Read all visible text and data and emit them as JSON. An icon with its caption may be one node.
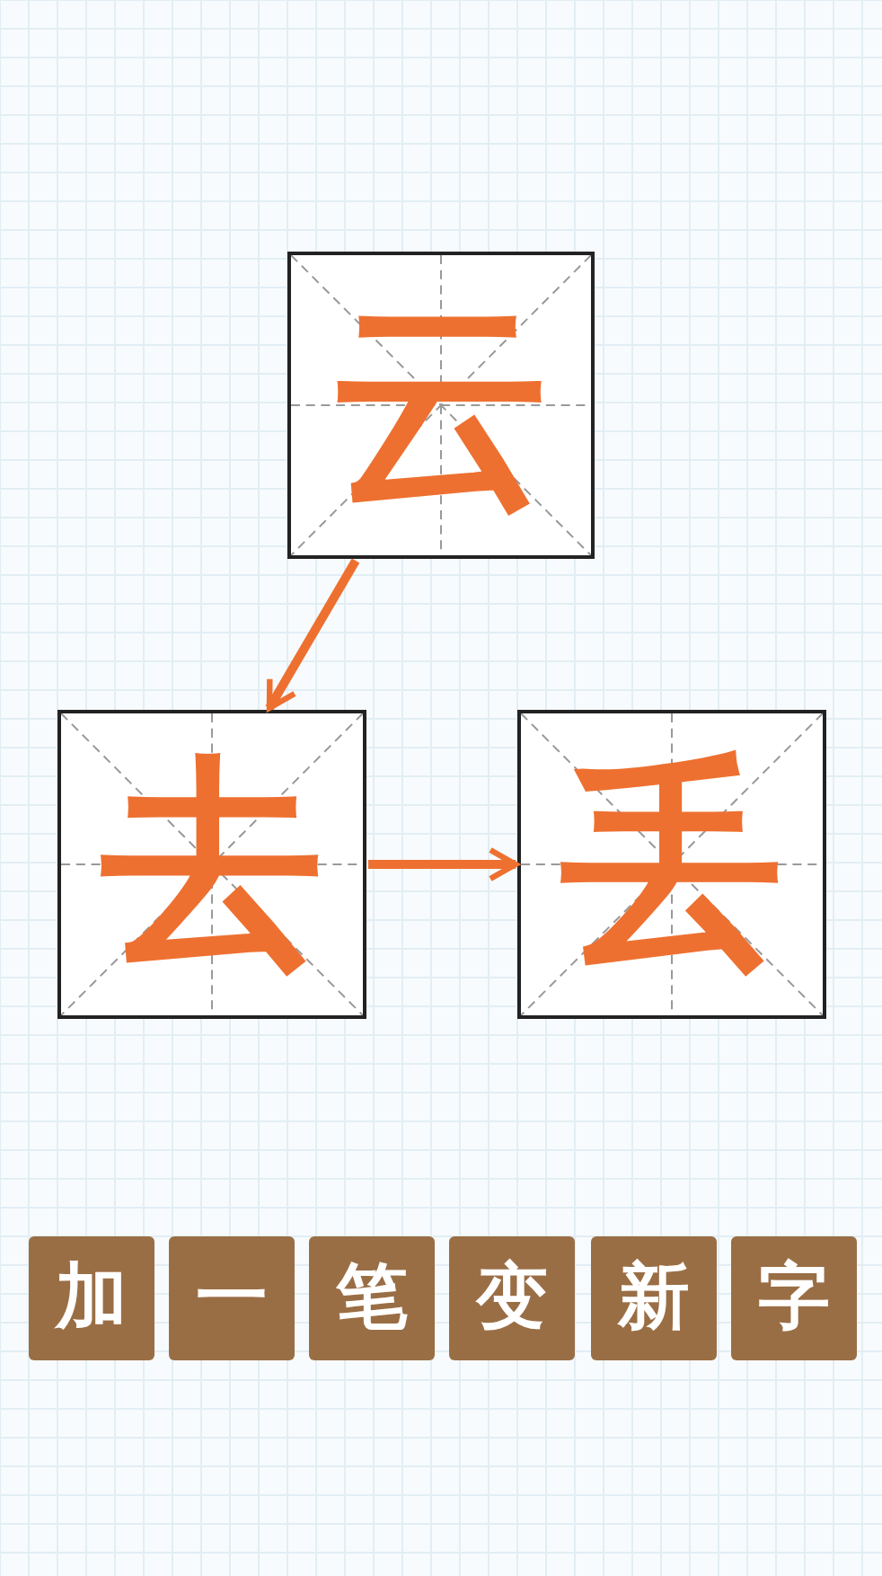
{
  "diagram": {
    "nodes": [
      {
        "text": [
          "云"
        ]
      },
      {
        "text": [
          "去"
        ]
      },
      {
        "text": [
          "丢"
        ]
      }
    ],
    "edges": [
      {
        "from": 0,
        "to": 1,
        "arrow": "to"
      },
      {
        "from": 1,
        "to": 2,
        "arrow": "to"
      }
    ],
    "labels": [
      "加",
      "一",
      "笔",
      "变",
      "新",
      "字"
    ]
  }
}
